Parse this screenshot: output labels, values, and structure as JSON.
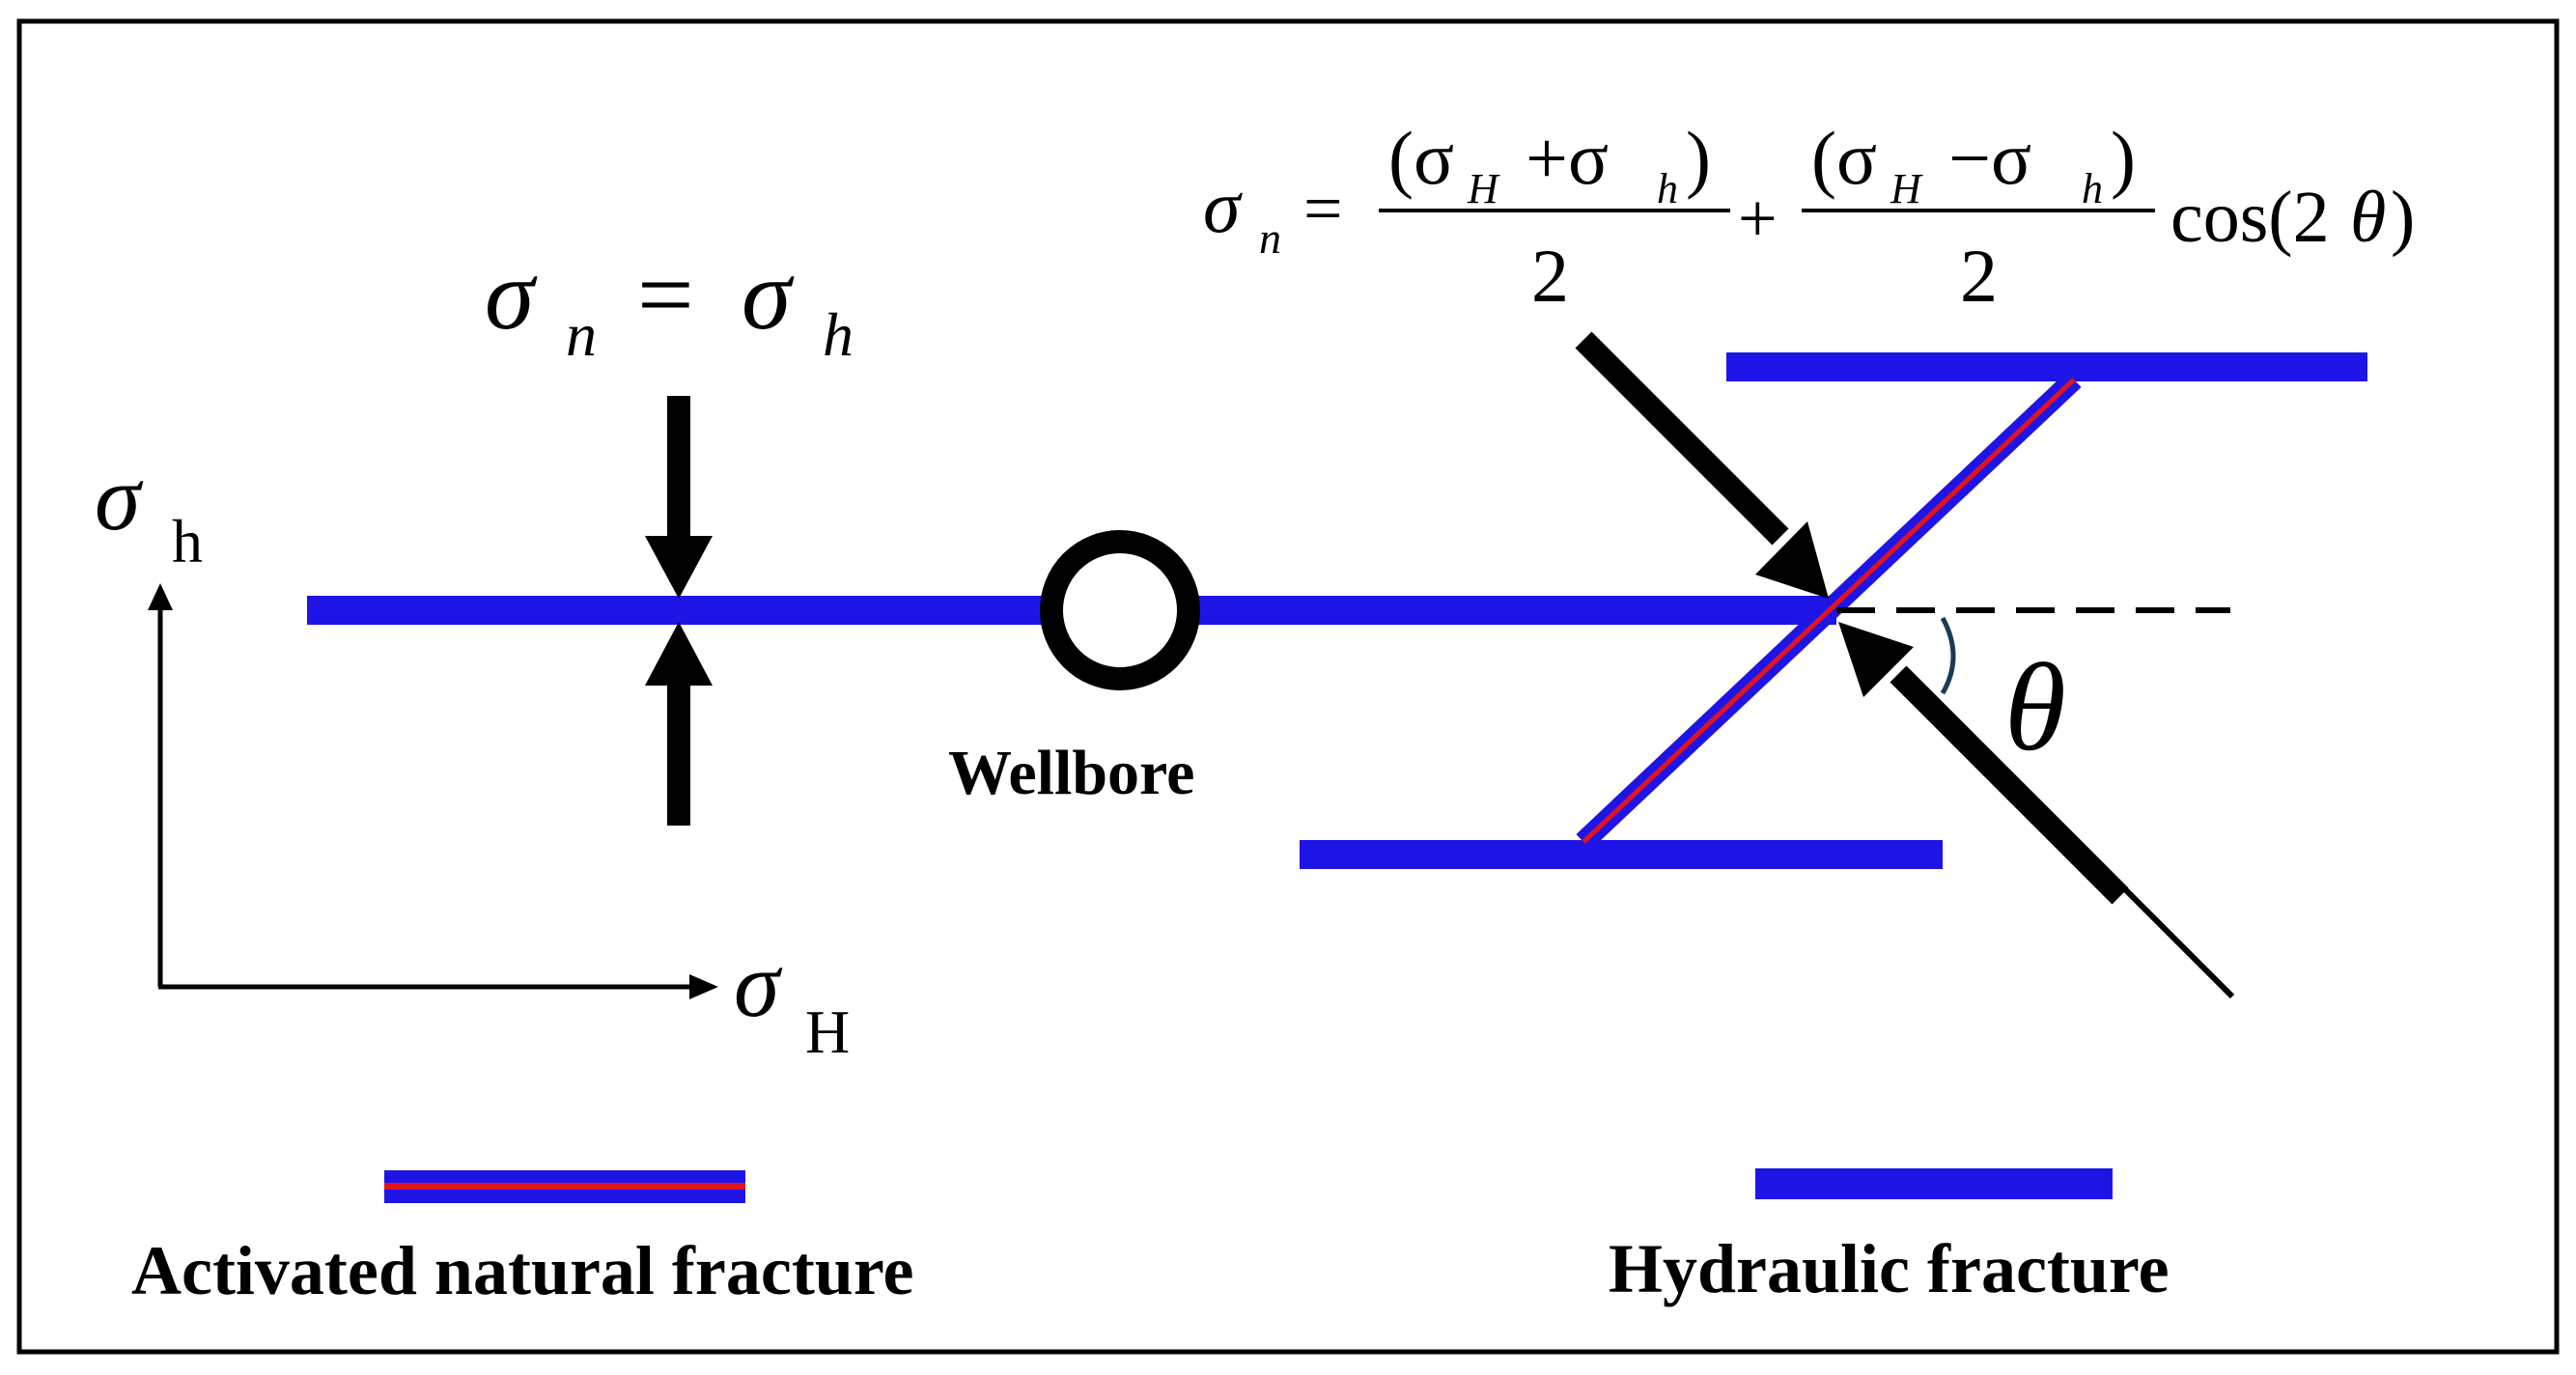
{
  "diagram": {
    "colors": {
      "hydraulic_fracture": "#1f14e6",
      "activated_fracture_core": "#e0141e",
      "frame": "#000000",
      "angle_arc": "#1a3a5a"
    },
    "formula_simple": {
      "lhs": "σ",
      "lhs_sub": "n",
      "eq": "=",
      "rhs": "σ",
      "rhs_sub": "h"
    },
    "formula_full": {
      "lhs": "σ",
      "lhs_sub": "n",
      "eq": "=",
      "frac1_num_open": "(σ",
      "frac1_num_sub1": "H",
      "frac1_num_mid": "+σ",
      "frac1_num_sub2": "h",
      "frac1_num_close": ")",
      "frac1_den": "2",
      "plus": "+",
      "frac2_num_open": "(σ",
      "frac2_num_sub1": "H",
      "frac2_num_mid": "−σ",
      "frac2_num_sub2": "h",
      "frac2_num_close": ")",
      "frac2_den": "2",
      "cos_open": "cos(2",
      "cos_theta": "θ",
      "cos_close": ")"
    },
    "axes": {
      "y_symbol": "σ",
      "y_sub": "h",
      "x_symbol": "σ",
      "x_sub": "H"
    },
    "wellbore_label": "Wellbore",
    "angle_symbol": "θ",
    "legend": {
      "activated": "Activated natural fracture",
      "hydraulic": "Hydraulic fracture"
    }
  }
}
